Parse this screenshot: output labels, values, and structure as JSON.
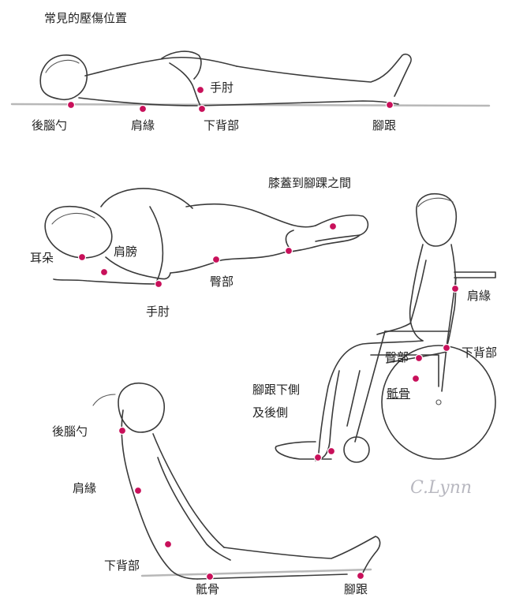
{
  "title": "常見的壓傷位置",
  "scene_supine": {
    "label_occiput": "後腦勺",
    "label_elbow": "手肘",
    "label_scapula": "肩緣",
    "label_sacrum": "下背部",
    "label_heel": "腳跟"
  },
  "scene_side": {
    "label_knees_ankles": "膝蓋到腳踝之間",
    "label_ear": "耳朵",
    "label_shoulder": "肩膀",
    "label_hip": "臀部",
    "label_elbow": "手肘"
  },
  "scene_wheelchair": {
    "label_scapula": "肩緣",
    "label_hip": "臀部",
    "label_lower_back": "下背部",
    "label_heel_line1": "腳跟下側",
    "label_heel_line2": "及後側",
    "label_sacrum": "骶骨"
  },
  "scene_reclined": {
    "label_occiput": "後腦勺",
    "label_scapula": "肩緣",
    "label_lower_back": "下背部",
    "label_sacrum": "骶骨",
    "label_heel": "腳跟"
  },
  "signature": "C.Lynn",
  "colors": {
    "pressure_point": "#c8105a",
    "line": "#3a3a3a"
  }
}
